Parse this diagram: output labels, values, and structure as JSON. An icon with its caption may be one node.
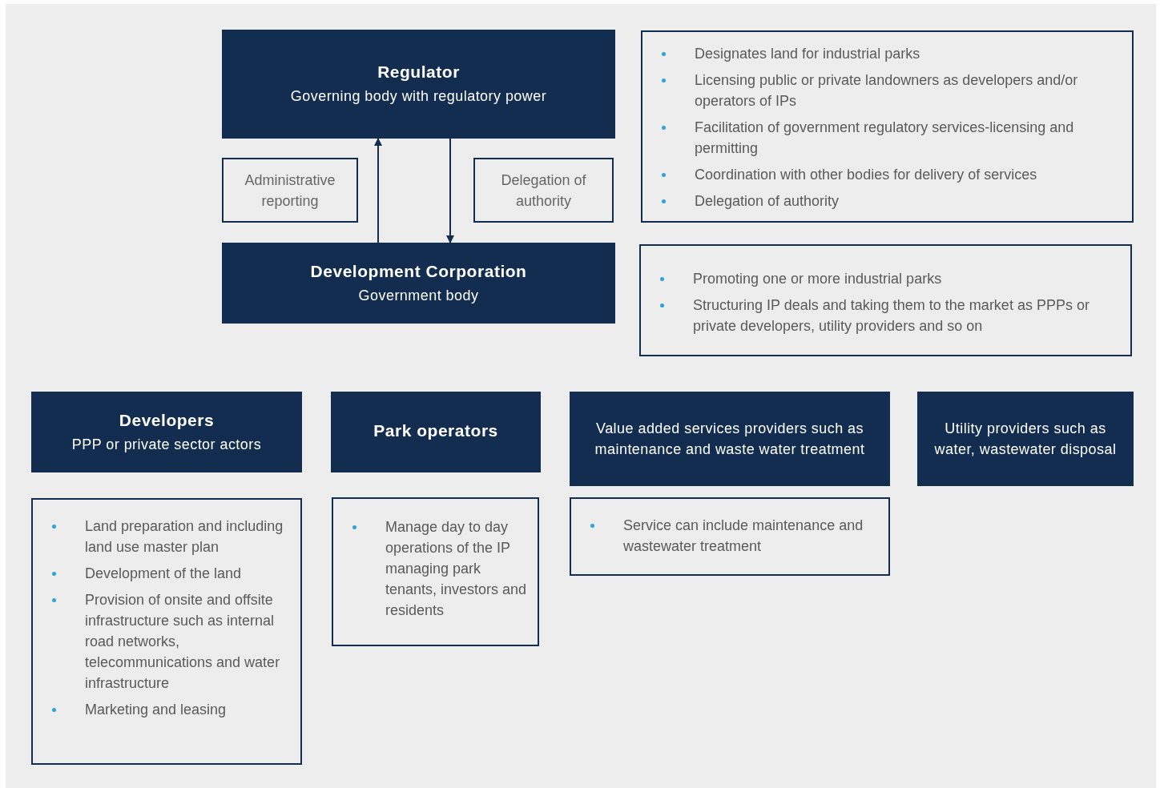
{
  "diagram": {
    "nodes": [
      {
        "text": [
          "Regulator",
          "Governing body with regulatory power"
        ]
      },
      {
        "text": [
          "Administrative reporting"
        ]
      },
      {
        "text": [
          "Delegation of authority"
        ]
      },
      {
        "text": [
          "Development Corporation",
          "Government body"
        ]
      },
      {
        "text": [
          "Designates land for industrial parks",
          "Licensing public or private landowners as developers and/or operators of IPs",
          "Facilitation of government regulatory services-licensing and permitting",
          "Coordination with other bodies for delivery of services",
          "Delegation of authority"
        ]
      },
      {
        "text": [
          "Promoting one or more industrial parks",
          "Structuring IP deals and taking them to the market as PPPs or private developers, utility providers and so on"
        ]
      },
      {
        "text": [
          "Developers",
          "PPP or private sector actors"
        ]
      },
      {
        "text": [
          "Park operators"
        ]
      },
      {
        "text": [
          "Value added services providers such as maintenance and waste water treatment"
        ]
      },
      {
        "text": [
          "Utility providers such as water, wastewater disposal"
        ]
      },
      {
        "text": [
          "Land preparation and including land use master plan",
          "Development of the land",
          "Provision of onsite and offsite infrastructure such as internal road networks, telecommunications and water infrastructure",
          "Marketing and leasing"
        ]
      },
      {
        "text": [
          "Manage day to day operations of the IP managing park tenants, investors and residents"
        ]
      },
      {
        "text": [
          "Service can include maintenance and wastewater treatment"
        ]
      }
    ],
    "edges": [
      {
        "from": 3,
        "to": 0,
        "arrow": "to"
      },
      {
        "from": 0,
        "to": 3,
        "arrow": "to"
      }
    ]
  }
}
